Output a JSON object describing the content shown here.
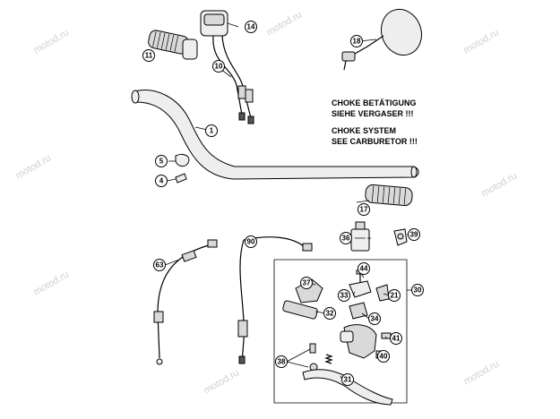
{
  "notes": {
    "line1": "CHOKE BETÄTIGUNG",
    "line2": "SIEHE VERGASER !!!",
    "line3": "CHOKE SYSTEM",
    "line4": "SEE CARBURETOR !!!"
  },
  "watermark": "motod.ru",
  "callouts": {
    "c1": "1",
    "c4": "4",
    "c5": "5",
    "c10": "10",
    "c11": "11",
    "c14": "14",
    "c17": "17",
    "c18": "18",
    "c21": "21",
    "c30": "30",
    "c31": "31",
    "c32": "32",
    "c33": "33",
    "c34": "34",
    "c36": "36",
    "c37": "37",
    "c38": "38",
    "c39": "39",
    "c40": "40",
    "c41": "41",
    "c44": "44",
    "c63": "63",
    "c90": "90"
  },
  "colors": {
    "line": "#000000",
    "part_fill": "#d9d9d9",
    "watermark": "#cfcfcf"
  }
}
